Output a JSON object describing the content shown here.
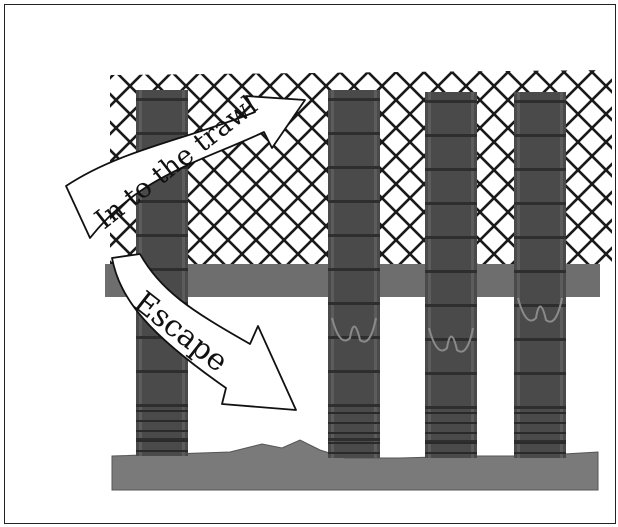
{
  "labels": {
    "into_trawl": "In to the trawl",
    "escape": "Escape"
  },
  "colors": {
    "border": "#222222",
    "net_line": "#1a1a1a",
    "post_dark": "#4a4a4a",
    "post_band": "#2e2e2e",
    "rail": "#6e6e6e",
    "seabed": "#7a7a7a",
    "arrow_fill": "#ffffff",
    "arrow_stroke": "#111111"
  },
  "icons": {
    "net": "trawl-net-mesh",
    "posts": "fish-posts",
    "seabed": "seabed-ground"
  }
}
